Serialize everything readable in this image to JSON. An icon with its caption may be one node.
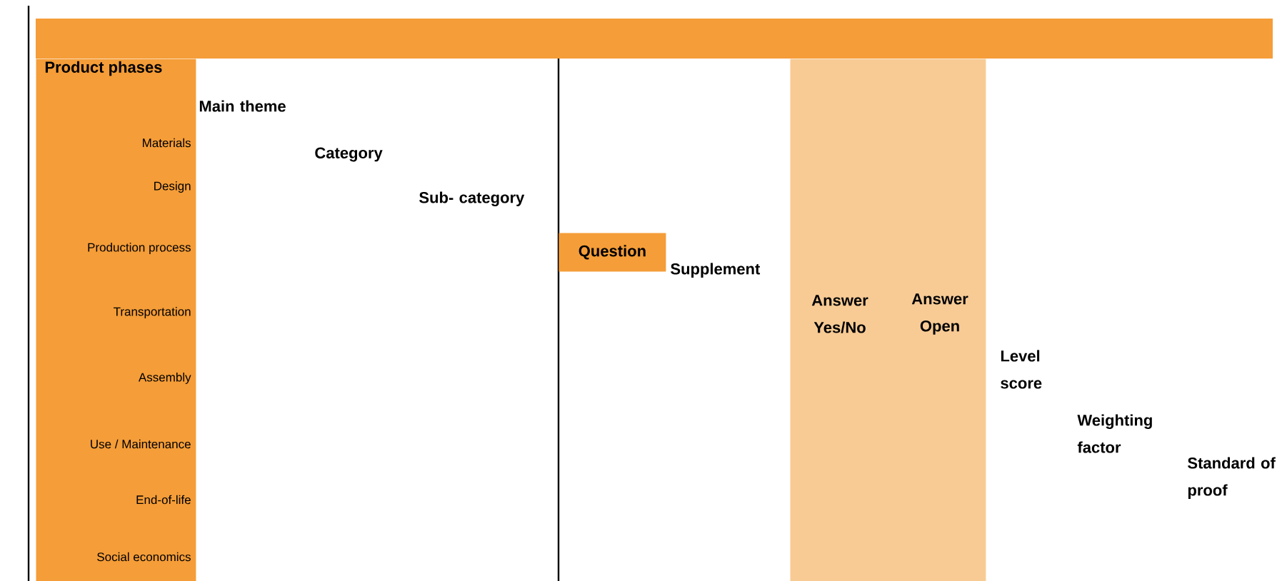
{
  "diagram": {
    "nodes": [
      {
        "text": [
          "Product phases",
          "Materials",
          "Design",
          "Production process",
          "Transportation",
          "Assembly",
          "Use / Maintenance",
          "End-of-life",
          "Social economics"
        ]
      },
      {
        "text": [
          "Question"
        ]
      },
      {
        "text": [
          "Answer Yes/No",
          "Answer Open"
        ]
      }
    ],
    "labels": [
      "Main theme",
      "Category",
      "Sub- category",
      "Supplement",
      "Level score",
      "Weighting factor",
      "Standard of proof"
    ]
  }
}
